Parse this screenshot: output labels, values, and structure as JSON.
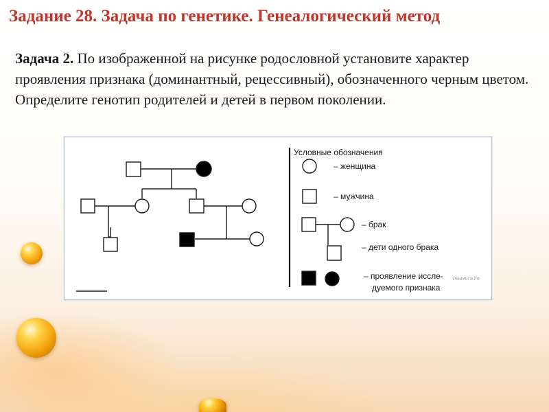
{
  "slide": {
    "title": "Задание 28. Задача по генетике. Генеалогический метод",
    "task_label": "Задача 2.",
    "task_text": " По изображенной на рисунке родословной установите характер проявления признака (доминантный, рецессивный), обозначенного черным цветом. Определите генотип родителей и детей в первом поколении."
  },
  "legend": {
    "heading": "Условные обозначения",
    "woman": "– женщина",
    "man": "– мужчина",
    "marriage": "– брак",
    "children": "– дети одного брака",
    "trait_line1": "– проявление иссле-",
    "trait_line2": "дуемого признака"
  },
  "watermark": "РЕШУЕГЭ.РФ",
  "colors": {
    "title": "#c0362c",
    "affected": "#000000",
    "frame": "#b9c3d6"
  }
}
